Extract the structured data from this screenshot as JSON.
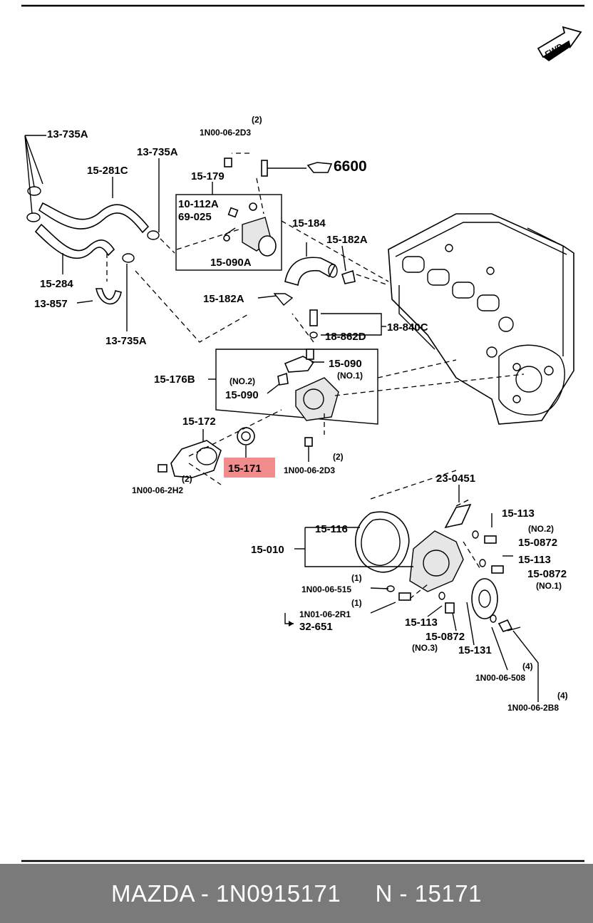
{
  "fwd_label": "FWD",
  "labels": {
    "l_13735a_1": "13-735A",
    "l_13735a_2": "13-735A",
    "l_13735a_3": "13-735A",
    "l_15281c": "15-281C",
    "l_15284": "15-284",
    "l_13857": "13-857",
    "l_2_top": "(2)",
    "l_1n0006_2d3_top": "1N00-06-2D3",
    "l_15179": "15-179",
    "l_6600": "6600",
    "l_10112a": "10-112A",
    "l_69025": "69-025",
    "l_15090a": "15-090A",
    "l_15184": "15-184",
    "l_15182a_1": "15-182A",
    "l_15182a_2": "15-182A",
    "l_18840c": "18-840C",
    "l_18862d": "18-862D",
    "l_15176b": "15-176B",
    "l_15090_no1": "15-090",
    "l_no1_a": "(NO.1)",
    "l_no2_a": "(NO.2)",
    "l_15090_no2": "15-090",
    "l_15172": "15-172",
    "l_15171": "15-171",
    "l_2_mid": "(2)",
    "l_1n0006_2d3_mid": "1N00-06-2D3",
    "l_2_left": "(2)",
    "l_1n0006_2h2": "1N00-06-2H2",
    "l_230451": "23-0451",
    "l_15116": "15-116",
    "l_15010": "15-010",
    "l_15113_1": "15-113",
    "l_no2_b": "(NO.2)",
    "l_150872_no2": "15-0872",
    "l_15113_2": "15-113",
    "l_150872_no1": "15-0872",
    "l_no1_b": "(NO.1)",
    "l_1_a": "(1)",
    "l_1n0006_515": "1N00-06-515",
    "l_1_b": "(1)",
    "l_1n0106_2r1": "1N01-06-2R1",
    "l_32651": "32-651",
    "l_15113_3": "15-113",
    "l_150872_no3": "15-0872",
    "l_no3": "(NO.3)",
    "l_15131": "15-131",
    "l_4_a": "(4)",
    "l_1n0006_508": "1N00-06-508",
    "l_4_b": "(4)",
    "l_1n0006_2b8": "1N00-06-2B8"
  },
  "highlight_color": "#f28b8b",
  "footer": {
    "text": "MAZDA - 1N0915171     N - 15171"
  }
}
